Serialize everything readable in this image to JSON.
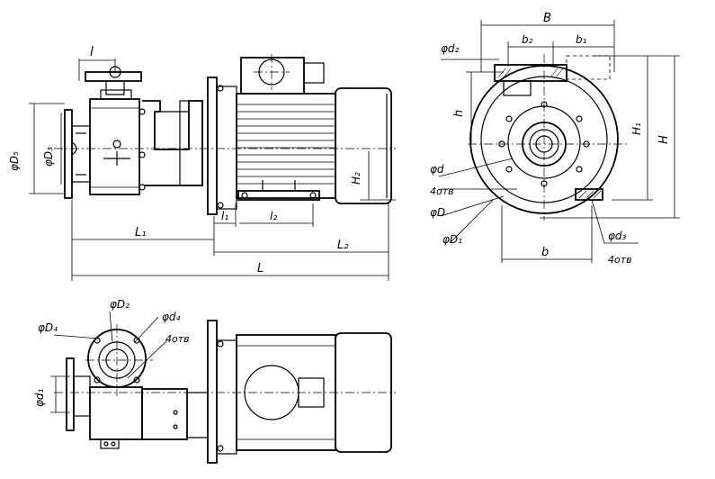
{
  "labels": {
    "l": "l",
    "l1": "l₁",
    "l2": "l₂",
    "L": "L",
    "L1": "L₁",
    "L2": "L₂",
    "D5": "φD₅",
    "D3": "φD₃",
    "H2": "H₂",
    "B": "B",
    "b2": "b₂",
    "b1": "b₁",
    "d2": "φd₂",
    "h": "h",
    "H1": "H₁",
    "H": "H",
    "d": "φd",
    "holes_a": "4отв",
    "D": "φD",
    "D1": "φD₁",
    "b": "b",
    "d3": "φd₃",
    "holes_b": "4отв",
    "D2": "φD₂",
    "d4": "φd₄",
    "D4": "φD₄",
    "holes_c": "4отв",
    "d1": "φd₁"
  }
}
